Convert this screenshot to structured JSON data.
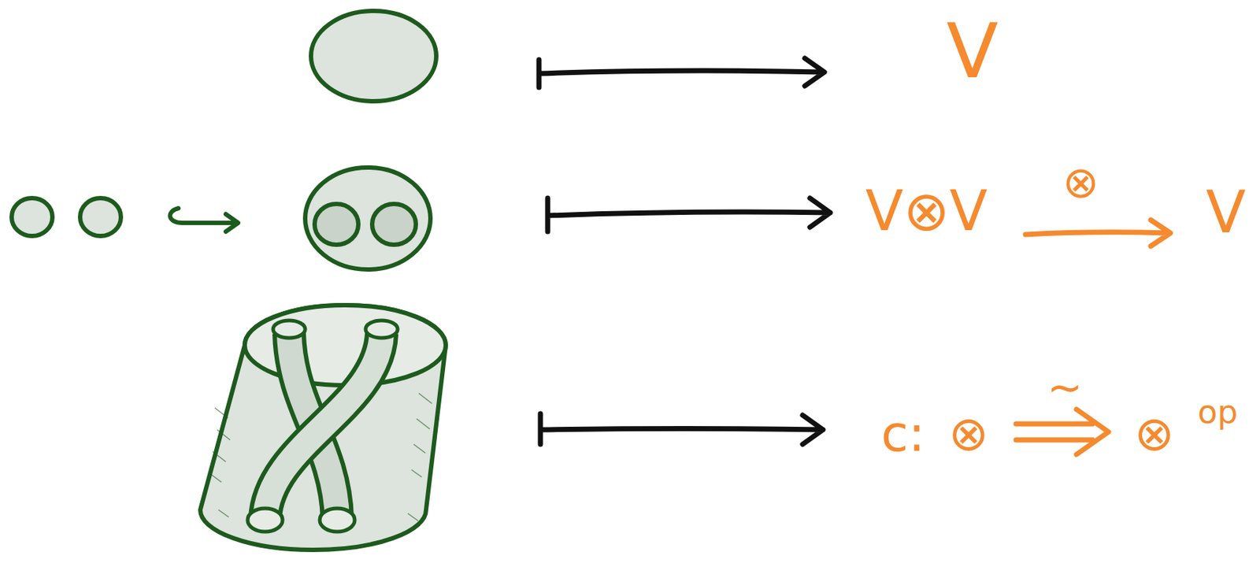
{
  "diagram": {
    "labels": [
      "V",
      "V⊗V",
      "⊗",
      "V",
      "c:",
      "⊗",
      "~",
      "⊗",
      "op"
    ]
  }
}
